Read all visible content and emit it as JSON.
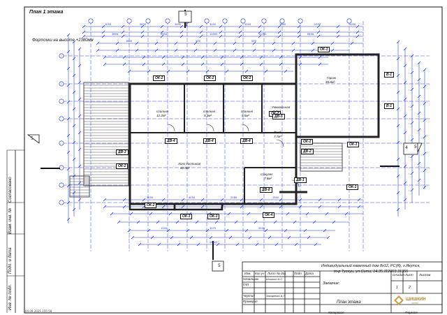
{
  "sheet": {
    "title": "План 1 этажа",
    "note": "Форточки на высоте +2380мм",
    "timestamp": "04.09.2025 155:58"
  },
  "rooms": [
    {
      "key": "bed1",
      "name": "спальня",
      "area": "12.2м²"
    },
    {
      "key": "bed2",
      "name": "спальня",
      "area": "9.3м²"
    },
    {
      "key": "bed3",
      "name": "спальня",
      "area": "9.5м²"
    },
    {
      "key": "wash",
      "name": "Умывальная",
      "area": "5.0м²"
    },
    {
      "key": "corr",
      "name": "Тамб",
      "area": "7.7м²"
    },
    {
      "key": "hall",
      "name": "Холл Гостиная",
      "area": "42.5м²"
    },
    {
      "key": "bath",
      "name": "Санузел",
      "area": "7.8м²"
    },
    {
      "key": "gar",
      "name": "Гараж",
      "area": "36.8м²"
    }
  ],
  "tags": {
    "ok1": "ОК-1",
    "ok2": "ОК-2",
    "ok3": "ОК-3",
    "ok4": "ОК-4",
    "ok7": "ОК-7",
    "b1": "В-1",
    "dv1": "ДВ-1",
    "dv2": "ДВ-2",
    "dv3": "ДВ-3",
    "dv4": "ДВ-4",
    "dv5": "ДВ-5",
    "dv8": "ДВ-8"
  },
  "sections": {
    "s4": "4",
    "s5": "5"
  },
  "axes": {
    "top": [
      "1",
      "2",
      "3",
      "4",
      "5",
      "6",
      "7",
      "8",
      "9",
      "10",
      "11",
      "12"
    ],
    "left": [
      "А",
      "Б",
      "В",
      "Г",
      "Д",
      "Е",
      "Ж",
      "И",
      "К"
    ]
  },
  "dims": [
    "1050",
    "2630",
    "3490",
    "3200",
    "3300",
    "1200",
    "2500",
    "1000",
    "2800",
    "2950",
    "12000",
    "10700",
    "6400",
    "1600",
    "400",
    "500",
    "3000",
    "4050",
    "2580",
    "1900",
    "1500",
    "3975",
    "5500",
    "26000"
  ],
  "stamp": {
    "project": "Индивидуальный каменный дом 8х12, РС(Я), г.Якутск,",
    "project2": "т-р Тускуи, ул.Сити, 14.35.112003.31356",
    "h_izm": "Изм.",
    "h_kol": "Кол.уч",
    "h_list": "Лист",
    "h_doc": "№ док.",
    "h_sign": "Подп.",
    "h_date": "Дата",
    "r_nach": "Начальник",
    "r_gap": "ГАП",
    "r_chert": "Чертил",
    "r_prov": "Проверил",
    "person1": "Шишкин А.С.",
    "person2": "Захаренко А.Т.",
    "zakazchik": "Заказчик:",
    "h_stage": "Стадия",
    "h_sheet": "Лист",
    "h_sheets": "Листов",
    "v_sheet1": "1",
    "v_sheet2": "2",
    "sheet_name": "План этажа",
    "copied": "Копировал",
    "format": "Формат",
    "company": "ШИШКИН",
    "company_sub": "ГРУПП"
  },
  "side_stamp": {
    "a": "Согласовано",
    "b": "Взам. инв. №",
    "c": "Подп. и дата",
    "d": "Инв. № подл."
  },
  "colors": {
    "line": "#1a2ee6",
    "wall": "#222222",
    "ink": "#111111"
  }
}
